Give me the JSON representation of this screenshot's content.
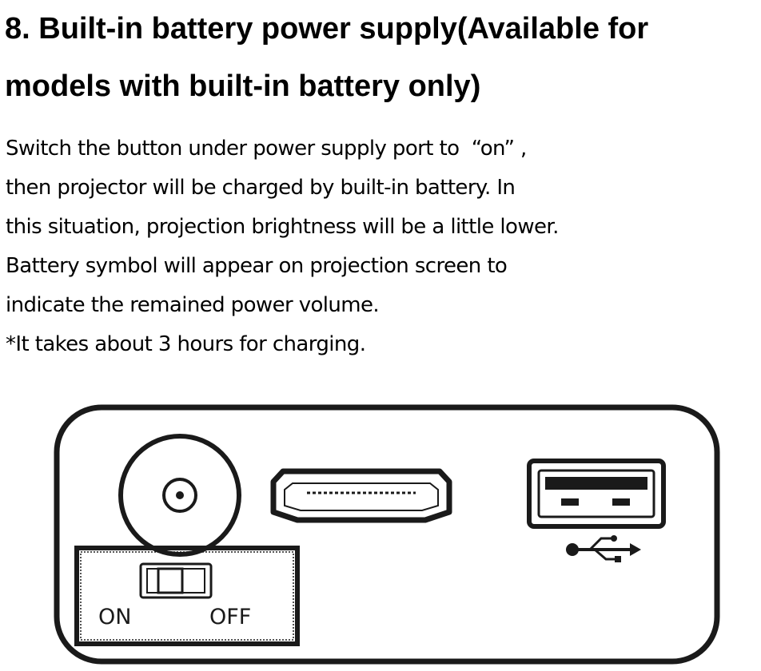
{
  "heading": {
    "line1": "8.  Built-in battery power supply(Available for",
    "line2": "models with built-in battery only)"
  },
  "body": {
    "lines": [
      "Switch the button under power supply port to  “on” ,",
      "then projector will be charged by built-in battery. In",
      "this situation, projection brightness will be a little lower.",
      "Battery symbol will appear on projection screen to",
      "indicate the remained power volume.",
      "*It takes about 3 hours for charging."
    ]
  },
  "diagram": {
    "switch": {
      "on_label": "ON",
      "off_label": "OFF"
    },
    "icons": {
      "dc_port": "dc-power-port-icon",
      "hdmi_port": "hdmi-port-icon",
      "usb_port": "usb-port-icon",
      "usb_symbol": "usb-symbol-icon",
      "slide_switch": "slide-switch-icon"
    },
    "colors": {
      "ink": "#1a1a1a",
      "background": "#ffffff"
    }
  }
}
